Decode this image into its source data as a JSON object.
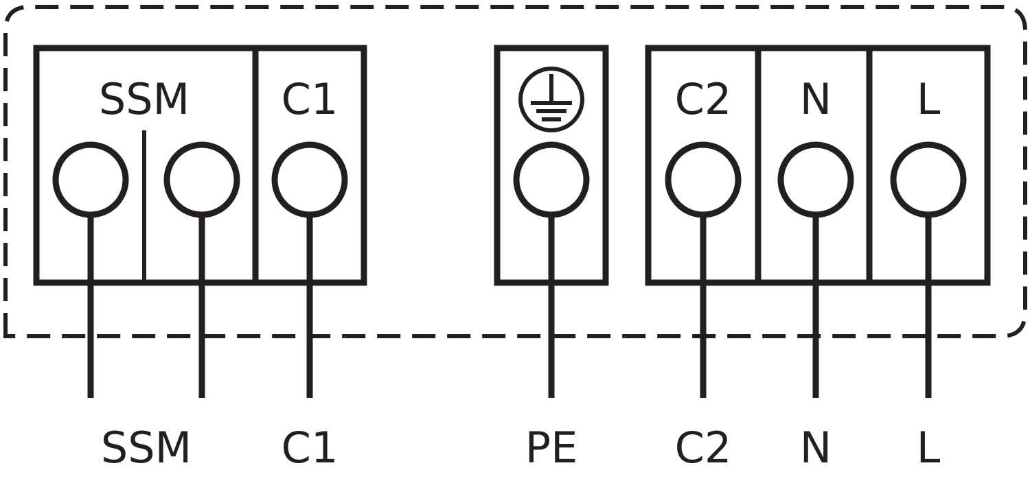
{
  "enclosure": {
    "style": "dashed-rounded-rectangle"
  },
  "terminal_blocks": [
    {
      "id": "block-1",
      "sections": [
        {
          "label": "SSM",
          "terminal_count": 2,
          "split_divider": true
        },
        {
          "label": "C1",
          "terminal_count": 1
        }
      ]
    },
    {
      "id": "block-2",
      "sections": [
        {
          "label": "",
          "symbol": "protective-earth-icon",
          "terminal_count": 1
        }
      ]
    },
    {
      "id": "block-3",
      "sections": [
        {
          "label": "C2",
          "terminal_count": 1
        },
        {
          "label": "N",
          "terminal_count": 1
        },
        {
          "label": "L",
          "terminal_count": 1
        }
      ]
    }
  ],
  "wire_labels": {
    "ssm": "SSM",
    "c1": "C1",
    "pe": "PE",
    "c2": "C2",
    "n": "N",
    "l": "L"
  },
  "colors": {
    "line": "#231f20",
    "background": "#ffffff"
  }
}
